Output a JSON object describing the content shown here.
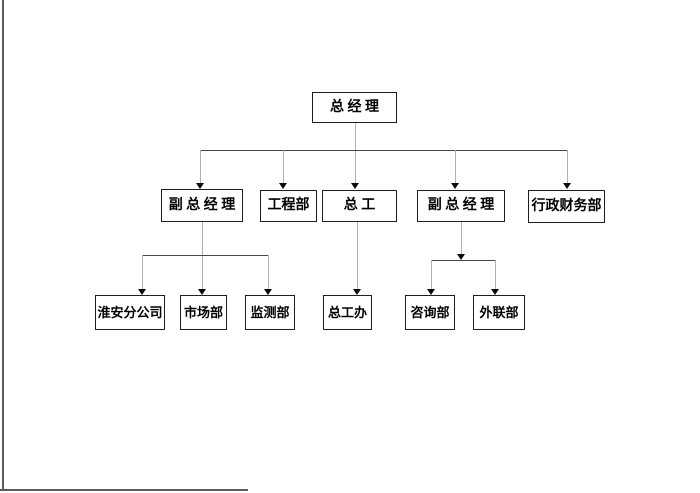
{
  "page": {
    "background_color": "#ffffff",
    "border_line_color": "#5b5b5b",
    "box_border_color": "#1f1f1f",
    "rail_line_color": "#474747",
    "connector_line_color": "#b0b0b0",
    "arrowhead_color": "#0a0a0a",
    "text_color": "#000000"
  },
  "org_chart": {
    "root": {
      "id": "general-manager",
      "label": "总 经 理"
    },
    "level2": [
      {
        "id": "deputy-general-manager-left",
        "label": "副 总 经 理",
        "parent": "general-manager"
      },
      {
        "id": "engineering-dept",
        "label": "工程部",
        "parent": "general-manager"
      },
      {
        "id": "chief-engineer",
        "label": "总 工",
        "parent": "general-manager"
      },
      {
        "id": "deputy-general-manager-right",
        "label": "副 总 经 理",
        "parent": "general-manager"
      },
      {
        "id": "admin-finance-dept",
        "label": "行政财务部",
        "parent": "general-manager"
      }
    ],
    "level3": [
      {
        "id": "huaian-branch",
        "label": "淮安分公司",
        "parent": "deputy-general-manager-left"
      },
      {
        "id": "marketing-dept",
        "label": "市场部",
        "parent": "deputy-general-manager-left"
      },
      {
        "id": "monitoring-dept",
        "label": "监测部",
        "parent": "deputy-general-manager-left"
      },
      {
        "id": "chief-engineer-office",
        "label": "总工办",
        "parent": "chief-engineer"
      },
      {
        "id": "consulting-dept",
        "label": "咨询部",
        "parent": "deputy-general-manager-right"
      },
      {
        "id": "external-relations-dept",
        "label": "外联部",
        "parent": "deputy-general-manager-right"
      }
    ]
  }
}
